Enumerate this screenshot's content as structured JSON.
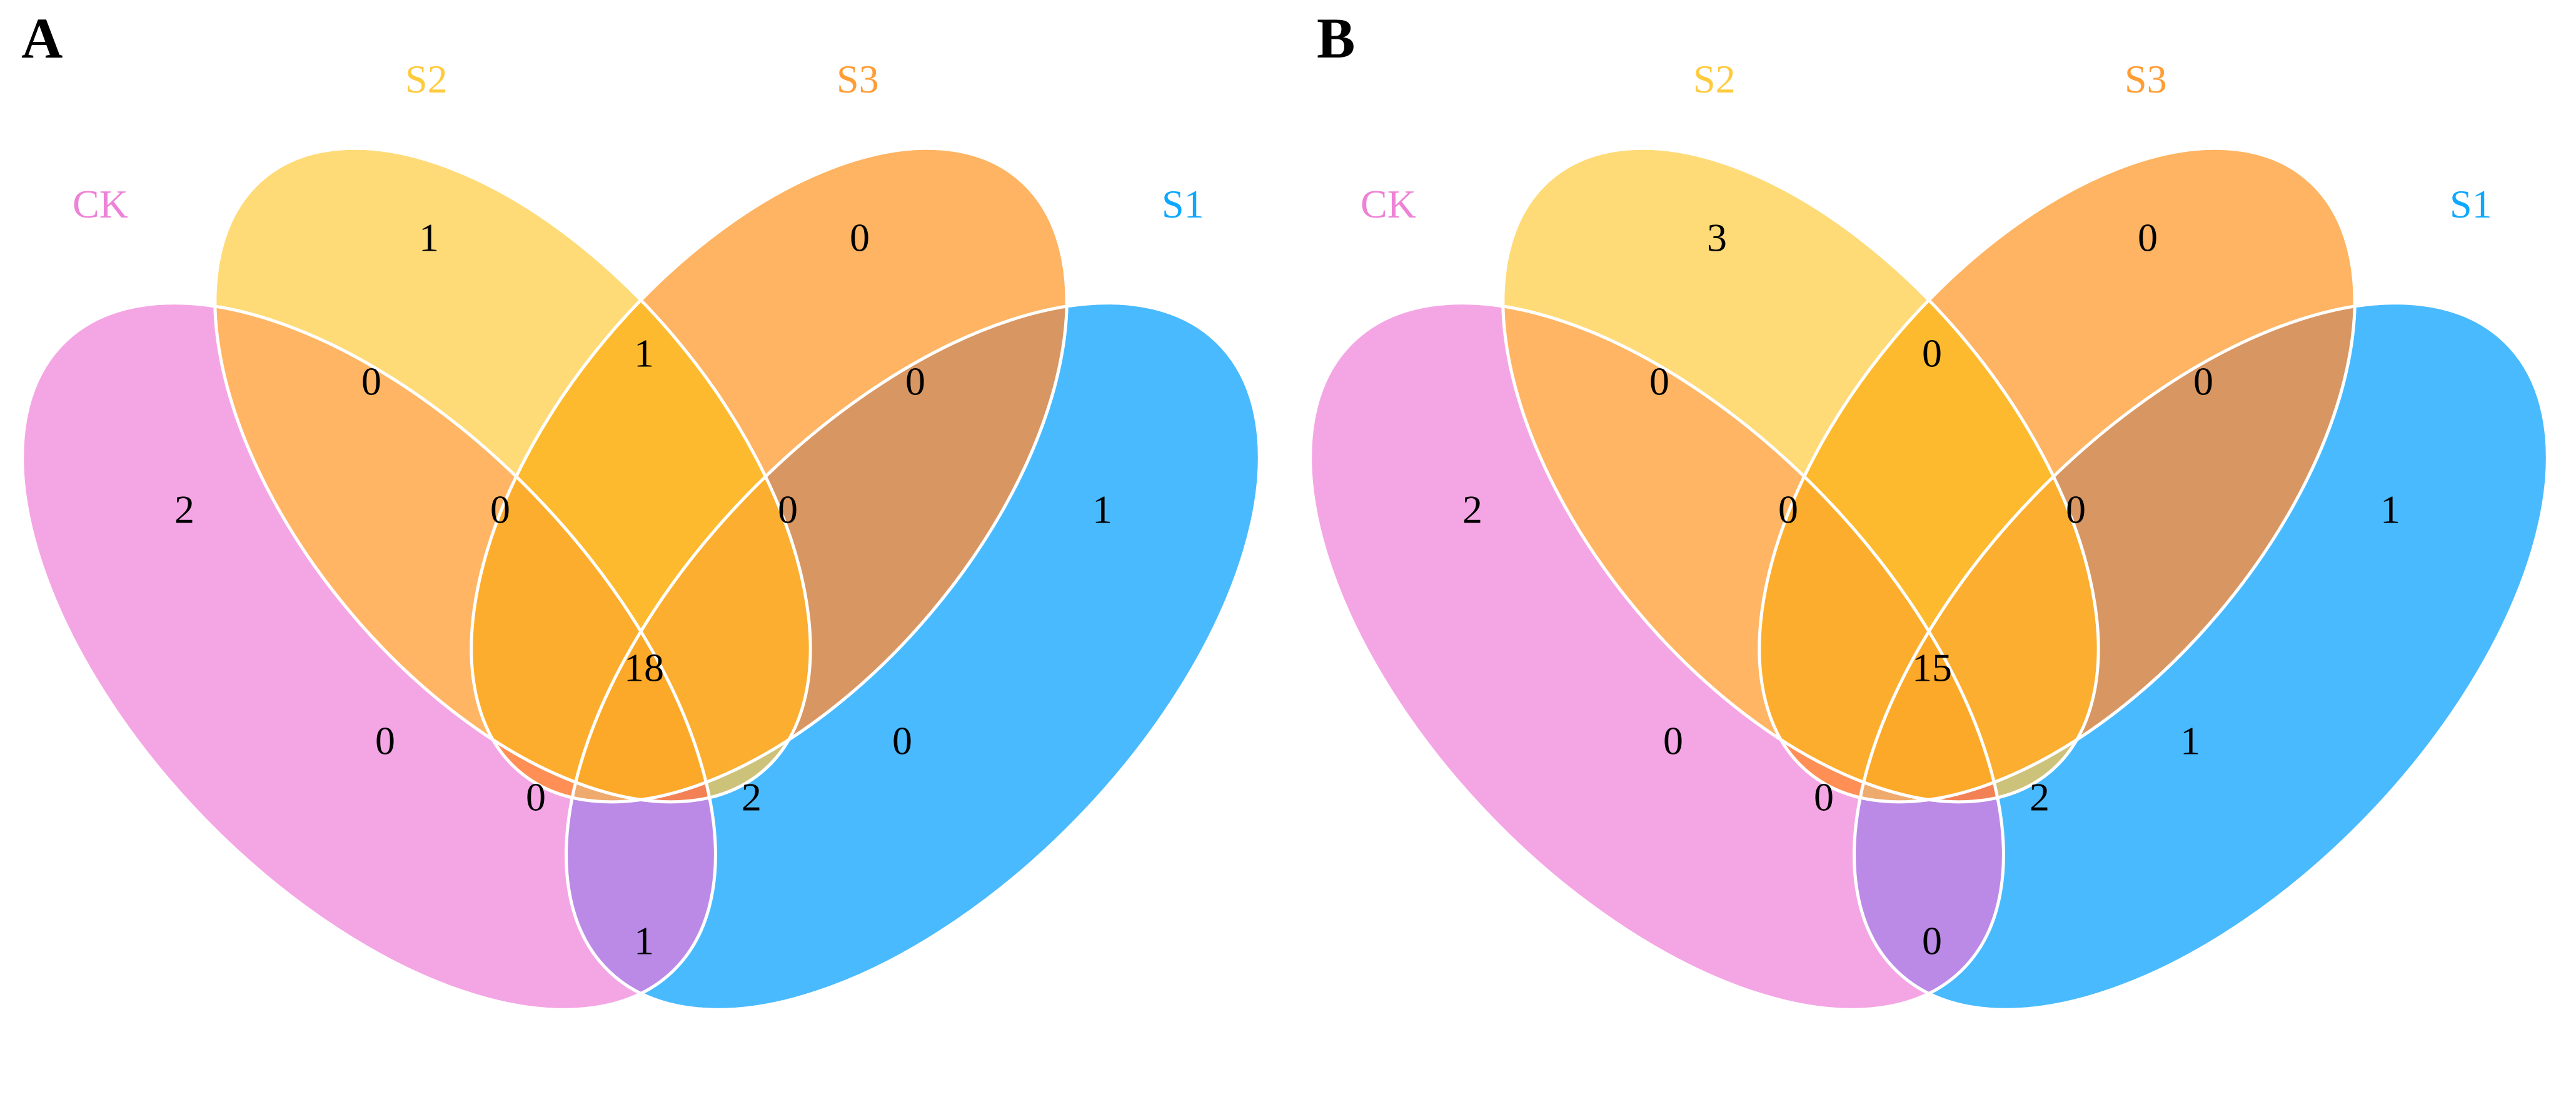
{
  "colors": {
    "CK": "#EE82D6",
    "S2": "#FFCB3D",
    "S3": "#FF9E36",
    "S1": "#0EA9FF",
    "overlap": "#FDAE2A",
    "region_fills": {
      "CK": "#F4A6E4",
      "S2": "#FEDB77",
      "S3": "#FEB462",
      "S1": "#4ABAFE",
      "CK_S2": "#FFB564",
      "S2_S3": "#FDBA2E",
      "S3_S1": "#D89662",
      "CK_S3": "#FF8F54",
      "S2_S1": "#CDC27A",
      "CK_S1": "#BB8AE6",
      "CK_S2_S3": "#FDAD2D",
      "S2_S3_S1": "#FBAE2F",
      "CK_S3_S1": "#EFAA6E",
      "CK_S2_S1": "#F28255",
      "ALL": "#FCA828"
    }
  },
  "panels": [
    {
      "letter": "A",
      "labels": {
        "CK": "CK",
        "S2": "S2",
        "S3": "S3",
        "S1": "S1"
      },
      "counts": {
        "CK": "2",
        "S2": "1",
        "S3": "0",
        "S1": "1",
        "CK_S2": "0",
        "S2_S3": "1",
        "S3_S1": "0",
        "CK_S2_S3": "0",
        "S2_S3_S1": "0",
        "ALL": "18",
        "CK_S3": "0",
        "S2_S1": "0",
        "CK_S2_S1": "0",
        "CK_S3_S1": "2",
        "CK_S1": "1"
      }
    },
    {
      "letter": "B",
      "labels": {
        "CK": "CK",
        "S2": "S2",
        "S3": "S3",
        "S1": "S1"
      },
      "counts": {
        "CK": "2",
        "S2": "3",
        "S3": "0",
        "S1": "1",
        "CK_S2": "0",
        "S2_S3": "0",
        "S3_S1": "0",
        "CK_S2_S3": "0",
        "S2_S3_S1": "0",
        "ALL": "15",
        "CK_S3": "0",
        "S2_S1": "1",
        "CK_S2_S1": "0",
        "CK_S3_S1": "2",
        "CK_S1": "0"
      }
    }
  ]
}
